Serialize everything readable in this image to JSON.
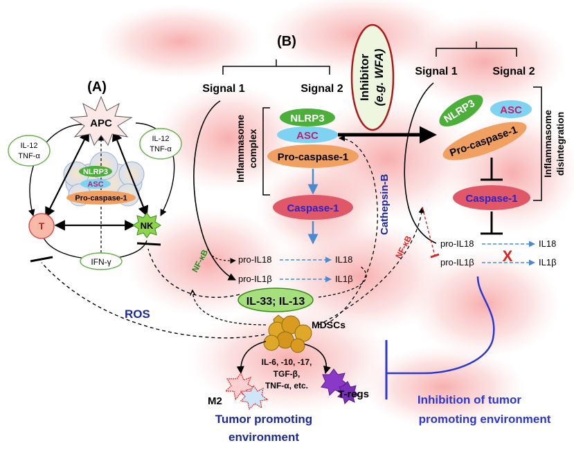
{
  "panels": {
    "a": "(A)",
    "b": "(B)"
  },
  "panel_a": {
    "apc": "APC",
    "nlrp3": "NLRP3",
    "asc": "ASC",
    "procaspase": "Pro-caspase-1",
    "cyto_left": [
      "IL-12",
      "TNF-α"
    ],
    "cyto_right": [
      "IL-12",
      "TNF-α"
    ],
    "t": "T",
    "nk": "NK",
    "ifn": "IFN-γ",
    "ros": "ROS"
  },
  "panel_b": {
    "signal1": "Signal 1",
    "signal2": "Signal 2",
    "complex_label": [
      "Inflammasome",
      "complex"
    ],
    "nlrp3": "NLRP3",
    "asc": "ASC",
    "procaspase": "Pro-caspase-1",
    "caspase": "Caspase-1",
    "pro_il18": "pro-IL18",
    "il18": "IL18",
    "pro_il1b": "pro-IL1β",
    "il1b": "IL1β",
    "nfkb": "NF-κB",
    "cathepsin": "Cathepsin-B",
    "il33": "IL-33; IL-13",
    "mdscs": "MDSCs",
    "cytokines": [
      "IL-6, -10, -17,",
      "TGF-β,",
      "TNF-α, etc."
    ],
    "m2": "M2",
    "tregs": "T-regs",
    "tumor_env": [
      "Tumor promoting",
      "environment"
    ]
  },
  "inhibitor": [
    "Inhibitor",
    "(e.g. WFA)"
  ],
  "panel_c": {
    "signal1": "Signal 1",
    "signal2": "Signal 2",
    "nlrp3": "NLRP3",
    "asc": "ASC",
    "procaspase": "Pro-caspase-1",
    "caspase": "Caspase-1",
    "disintegration": [
      "Inflammasome",
      "disintegration"
    ],
    "pro_il18": "pro-IL18",
    "il18": "IL18",
    "pro_il1b": "pro-IL1β",
    "il1b": "IL1β",
    "nfkb": "NF-κB",
    "x": "X",
    "inhibition": [
      "Inhibition of tumor",
      "promoting environment"
    ]
  },
  "colors": {
    "nlrp3": "#4caf3a",
    "asc": "#7fd3f2",
    "procaspase": "#f0a060",
    "caspase": "#e05868",
    "caspase_text": "#2a22cc",
    "blue_arrow": "#4a8ad0",
    "navy_text": "#1a2a9c",
    "green_text": "#1a8a1a",
    "red": "#e02020",
    "il33_fill": "#a6e07c",
    "inhibitor_fill": "#eef6e0"
  }
}
